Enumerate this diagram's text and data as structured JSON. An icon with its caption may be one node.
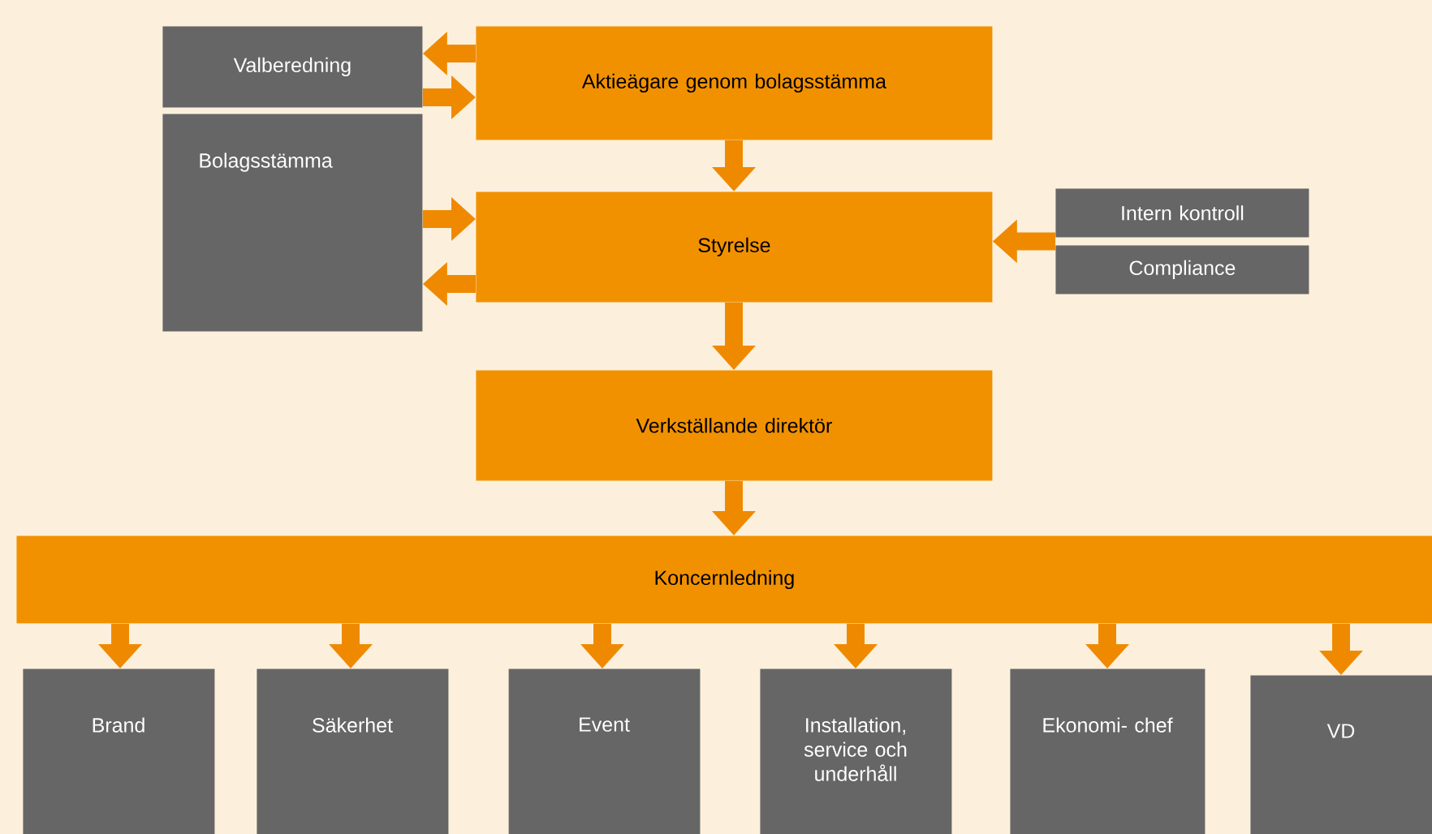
{
  "diagram": {
    "nodes": [
      {
        "text": [
          "Valberedning"
        ]
      },
      {
        "text": [
          "Aktieägare genom bolagsstämma"
        ]
      },
      {
        "text": [
          "Bolagsstämma"
        ]
      },
      {
        "text": [
          "Styrelse"
        ]
      },
      {
        "text": [
          "Intern kontroll"
        ]
      },
      {
        "text": [
          "Compliance"
        ]
      },
      {
        "text": [
          "Verkställande direktör"
        ]
      },
      {
        "text": [
          "Koncernledning"
        ]
      },
      {
        "text": [
          "Brand"
        ]
      },
      {
        "text": [
          "Säkerhet"
        ]
      },
      {
        "text": [
          "Event"
        ]
      },
      {
        "text": [
          "Installation, service och underhåll"
        ]
      },
      {
        "text": [
          "Ekonomi- chef"
        ]
      },
      {
        "text": [
          "VD"
        ]
      }
    ],
    "edges": [
      {
        "from": 1,
        "to": 0,
        "arrow": "to"
      },
      {
        "from": 0,
        "to": 1,
        "arrow": "to"
      },
      {
        "from": 1,
        "to": 3,
        "arrow": "to"
      },
      {
        "from": 2,
        "to": 3,
        "arrow": "to"
      },
      {
        "from": 3,
        "to": 2,
        "arrow": "to"
      },
      {
        "from": 4,
        "to": 3,
        "arrow": "to"
      },
      {
        "from": 5,
        "to": 3,
        "arrow": "to"
      },
      {
        "from": 3,
        "to": 6,
        "arrow": "to"
      },
      {
        "from": 6,
        "to": 7,
        "arrow": "to"
      },
      {
        "from": 7,
        "to": 8,
        "arrow": "to"
      },
      {
        "from": 7,
        "to": 9,
        "arrow": "to"
      },
      {
        "from": 7,
        "to": 10,
        "arrow": "to"
      },
      {
        "from": 7,
        "to": 11,
        "arrow": "to"
      },
      {
        "from": 7,
        "to": 12,
        "arrow": "to"
      },
      {
        "from": 7,
        "to": 13,
        "arrow": "to"
      }
    ]
  }
}
